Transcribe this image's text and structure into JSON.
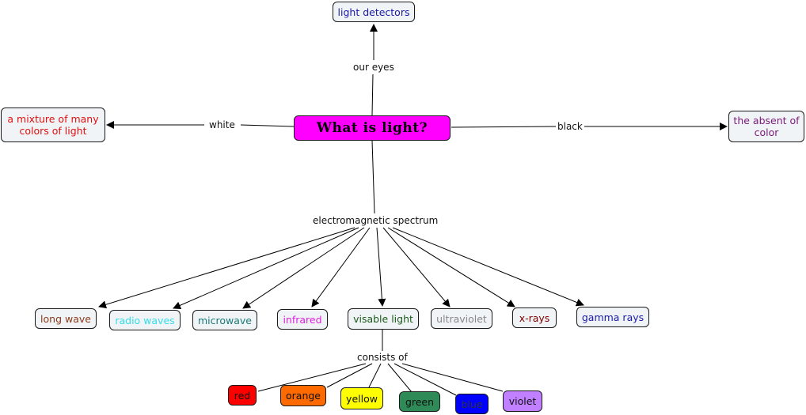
{
  "center": {
    "label": "What is light?",
    "bg": "#ff00ff"
  },
  "links": {
    "our_eyes": "our eyes",
    "white": "white",
    "black": "black",
    "em_spectrum": "electromagnetic spectrum",
    "consists_of": "consists of"
  },
  "nodes": {
    "light_detectors": {
      "label": "light detectors",
      "color": "#1a1aa6"
    },
    "white_mixture": {
      "label": "a mixture of many colors of light",
      "color": "#e01010"
    },
    "absent_color": {
      "label": "the absent of color",
      "color": "#7a1a7a"
    },
    "long_wave": {
      "label": "long wave",
      "color": "#8b3a1a"
    },
    "radio_waves": {
      "label": "radio waves",
      "color": "#33dde8"
    },
    "microwave": {
      "label": "microwave",
      "color": "#1a7a7a"
    },
    "infrared": {
      "label": "infrared",
      "color": "#e020e0"
    },
    "visable_light": {
      "label": "visable light",
      "color": "#1a5a1a"
    },
    "ultraviolet": {
      "label": "ultraviolet",
      "color": "#888888"
    },
    "x_rays": {
      "label": "x-rays",
      "color": "#800000"
    },
    "gamma_rays": {
      "label": "gamma rays",
      "color": "#1a1aa6"
    }
  },
  "colors": {
    "red": {
      "label": "red",
      "bg": "#ff0000"
    },
    "orange": {
      "label": "orange",
      "bg": "#ff6a00"
    },
    "yellow": {
      "label": "yellow",
      "bg": "#ffff00"
    },
    "green": {
      "label": "green",
      "bg": "#2e8b57"
    },
    "blue": {
      "label": "blue",
      "bg": "#0000ff"
    },
    "violet": {
      "label": "violet",
      "bg": "#c080ff"
    }
  }
}
